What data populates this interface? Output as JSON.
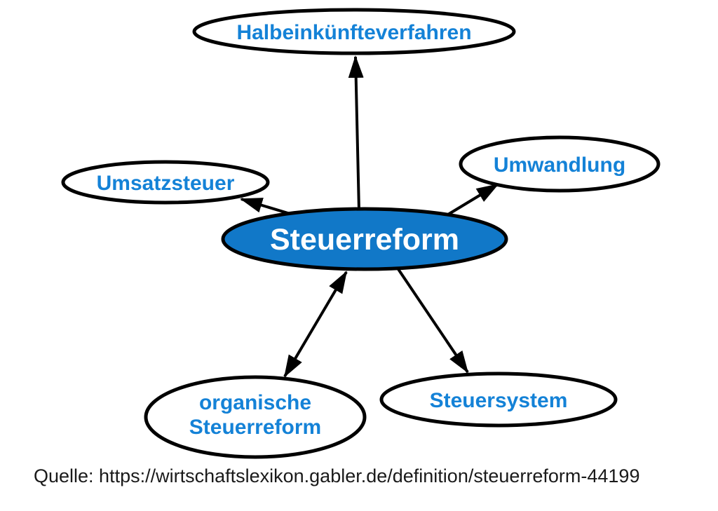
{
  "diagram": {
    "center": {
      "label": "Steuerreform"
    },
    "nodes": {
      "halbeinkuenfteverfahren": {
        "label": "Halbeinkünfteverfahren"
      },
      "umsatzsteuer": {
        "label": "Umsatzsteuer"
      },
      "umwandlung": {
        "label": "Umwandlung"
      },
      "organische_steuerreform": {
        "label_line1": "organische",
        "label_line2": "Steuerreform"
      },
      "steuersystem": {
        "label": "Steuersystem"
      }
    },
    "edges": [
      {
        "from": "steuerreform",
        "to": "halbeinkuenfteverfahren",
        "direction": "single"
      },
      {
        "from": "steuerreform",
        "to": "umsatzsteuer",
        "direction": "single"
      },
      {
        "from": "steuerreform",
        "to": "umwandlung",
        "direction": "single"
      },
      {
        "from": "steuerreform",
        "to": "organische_steuerreform",
        "direction": "double"
      },
      {
        "from": "steuerreform",
        "to": "steuersystem",
        "direction": "single"
      }
    ]
  },
  "source": {
    "text": "Quelle: https://wirtschaftslexikon.gabler.de/definition/steuerreform-44199"
  },
  "colors": {
    "center_fill": "#1178c8",
    "center_text": "#ffffff",
    "node_text": "#1482d7",
    "stroke": "#000000",
    "caption_text": "#1a1a1a"
  }
}
